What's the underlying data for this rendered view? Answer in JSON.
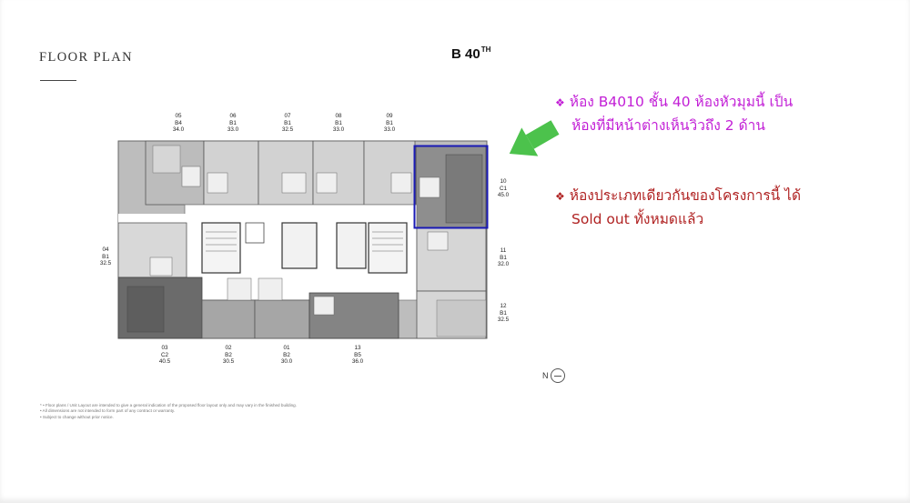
{
  "header": {
    "brand_title": "FLOOR PLAN",
    "floor_label": "B 40",
    "floor_suffix": "TH"
  },
  "units": [
    {
      "no": "05",
      "type": "B4",
      "area": "34.0"
    },
    {
      "no": "06",
      "type": "B1",
      "area": "33.0"
    },
    {
      "no": "07",
      "type": "B1",
      "area": "32.5"
    },
    {
      "no": "08",
      "type": "B1",
      "area": "33.0"
    },
    {
      "no": "09",
      "type": "B1",
      "area": "33.0"
    },
    {
      "no": "10",
      "type": "C1",
      "area": "45.0"
    },
    {
      "no": "04",
      "type": "B1",
      "area": "32.5"
    },
    {
      "no": "11",
      "type": "B1",
      "area": "32.0"
    },
    {
      "no": "12",
      "type": "B1",
      "area": "32.5"
    },
    {
      "no": "03",
      "type": "C2",
      "area": "40.5"
    },
    {
      "no": "02",
      "type": "B2",
      "area": "30.5"
    },
    {
      "no": "01",
      "type": "B2",
      "area": "30.0"
    },
    {
      "no": "13",
      "type": "B5",
      "area": "36.0"
    }
  ],
  "notes": {
    "note1_line1": "ห้อง B4010 ชั้น 40 ห้องหัวมุมนี้ เป็น",
    "note1_line2": "ห้องที่มีหน้าต่างเห็นวิวถึง 2 ด้าน",
    "note2_line1": "ห้องประเภทเดียวกันของโครงการนี้ ได้",
    "note2_line2": "Sold out ทั้งหมดแล้ว",
    "bullet": "❖"
  },
  "compass": {
    "label": "N"
  },
  "footnote": {
    "line1": "* • Floor plans / Unit Layout are intended to give a general indication of the proposed floor layout only and may vary in the finished building.",
    "line2": "• All dimensions are not intended to form part of any contract or warranty.",
    "line3": "• Subject to change without prior notice."
  },
  "colors": {
    "highlight_box": "#1a1ab5",
    "arrow": "#4cc24c",
    "note_purple": "#c21fd6",
    "note_red": "#b02222",
    "unit_dark": "#6f6f6f",
    "unit_mid": "#a3a3a3",
    "unit_light": "#d3d3d3",
    "corridor": "#ffffff"
  }
}
